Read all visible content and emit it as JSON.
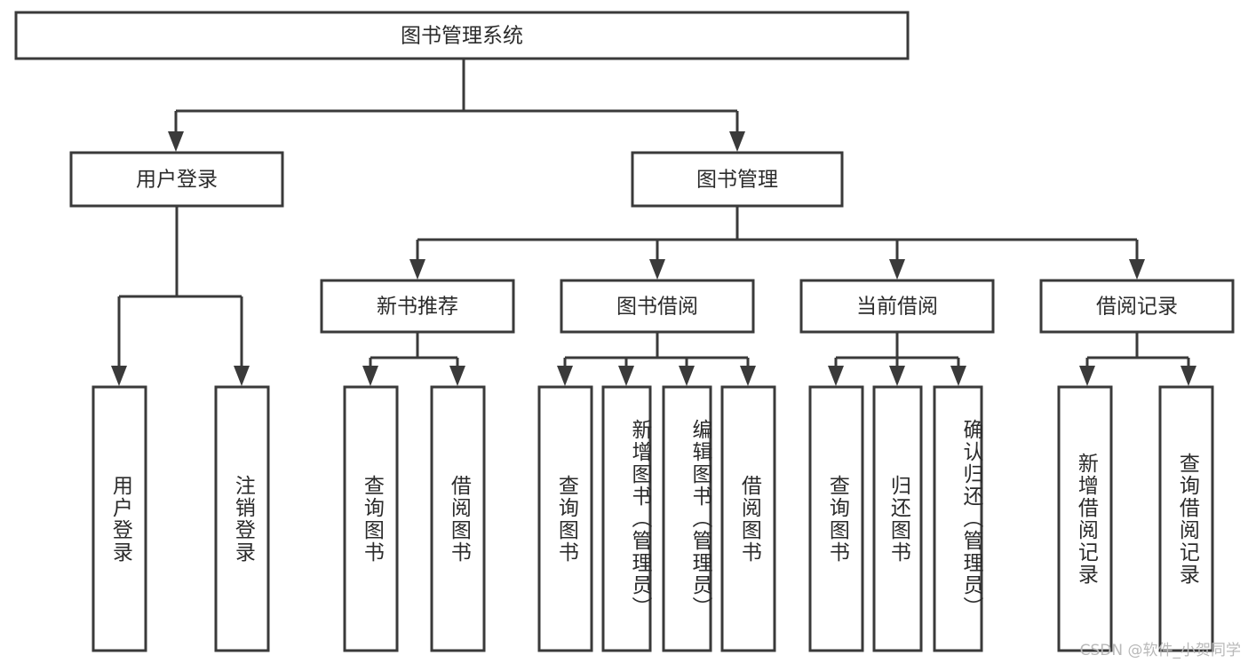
{
  "diagram": {
    "title": "图书管理系统",
    "type": "tree",
    "watermark": "CSDN @软件_小贺同学",
    "colors": {
      "box_stroke": "#3a3a3a",
      "box_fill": "#ffffff",
      "text": "#2b2b2b",
      "connector": "#3a3a3a",
      "watermark": "#b9b9b9",
      "background": "#ffffff"
    },
    "root": {
      "label": "图书管理系统"
    },
    "level2": [
      {
        "label": "用户登录"
      },
      {
        "label": "图书管理"
      }
    ],
    "level3": [
      {
        "label": "新书推荐"
      },
      {
        "label": "图书借阅"
      },
      {
        "label": "当前借阅"
      },
      {
        "label": "借阅记录"
      }
    ],
    "leaves": {
      "user_login": [
        {
          "label": "用户登录"
        },
        {
          "label": "注销登录"
        }
      ],
      "new_book_recommend": [
        {
          "label": "查询图书"
        },
        {
          "label": "借阅图书"
        }
      ],
      "book_borrow": [
        {
          "label": "查询图书"
        },
        {
          "label": "新增图书（管理员）"
        },
        {
          "label": "编辑图书（管理员）"
        },
        {
          "label": "借阅图书"
        }
      ],
      "current_borrow": [
        {
          "label": "查询图书"
        },
        {
          "label": "归还图书"
        },
        {
          "label": "确认归还（管理员）"
        }
      ],
      "borrow_record": [
        {
          "label": "新增借阅记录"
        },
        {
          "label": "查询借阅记录"
        }
      ]
    }
  }
}
